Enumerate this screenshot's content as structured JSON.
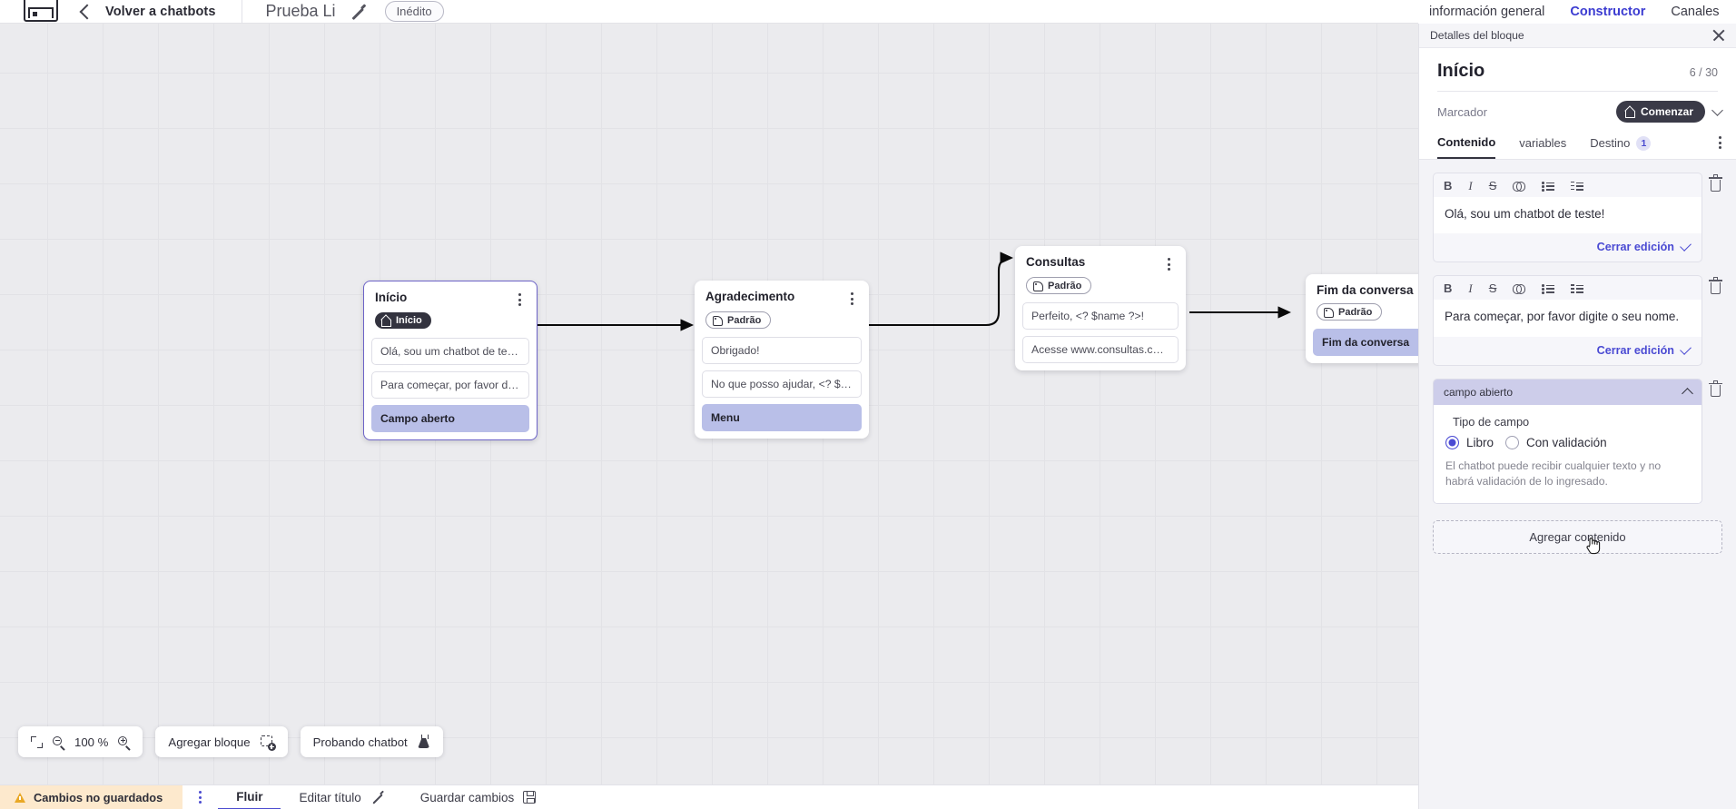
{
  "header": {
    "logo_name": "vtex-logo",
    "back_label": "Volver a chatbots",
    "bot_name": "Prueba Li",
    "status_pill": "Inédito",
    "tabs": [
      {
        "label": "información general",
        "active": false
      },
      {
        "label": "Constructor",
        "active": true
      },
      {
        "label": "Canales",
        "active": false
      }
    ]
  },
  "canvas": {
    "nodes": [
      {
        "title": "Início",
        "badge": "Início",
        "badge_type": "start",
        "selected": true,
        "rows": [
          {
            "text": "Olá, sou um chatbot de teste!",
            "selected": false
          },
          {
            "text": "Para começar, por favor digite o ...",
            "selected": false
          },
          {
            "text": "Campo aberto",
            "selected": true
          }
        ]
      },
      {
        "title": "Agradecimento",
        "badge": "Padrão",
        "badge_type": "default",
        "selected": false,
        "rows": [
          {
            "text": "Obrigado!",
            "selected": false
          },
          {
            "text": "No que posso ajudar, <? $name ...",
            "selected": false
          },
          {
            "text": "Menu",
            "selected": true
          }
        ]
      },
      {
        "title": "Consultas",
        "badge": "Padrão",
        "badge_type": "default",
        "selected": false,
        "rows": [
          {
            "text": "Perfeito, <? $name ?>!",
            "selected": false
          },
          {
            "text": "Acesse www.consultas.com par...",
            "selected": false
          }
        ]
      },
      {
        "title": "Fim da conversa",
        "badge": "Padrão",
        "badge_type": "default",
        "selected": false,
        "rows": [
          {
            "text": "Fim da conversa",
            "selected": true
          }
        ]
      }
    ],
    "toolbar": {
      "zoom_value": "100 %",
      "add_block_label": "Agregar bloque",
      "test_bot_label": "Probando chatbot"
    }
  },
  "bottombar": {
    "unsaved_label": "Cambios no guardados",
    "flow_label": "Fluir",
    "edit_title_label": "Editar título",
    "save_label": "Guardar cambios"
  },
  "panel": {
    "strip_label": "Detalles del bloque",
    "title": "Início",
    "count": "6 / 30",
    "marker_label": "Marcador",
    "marker_chip": "Comenzar",
    "tabs": [
      {
        "label": "Contenido",
        "active": true,
        "badge": null
      },
      {
        "label": "variables",
        "active": false,
        "badge": null
      },
      {
        "label": "Destino",
        "active": false,
        "badge": "1"
      }
    ],
    "format_buttons": [
      "B",
      "I",
      "S",
      "link-icon",
      "bullet-list-icon",
      "numbered-list-icon"
    ],
    "editors": [
      {
        "text": "Olá, sou um chatbot de teste!",
        "close_label": "Cerrar edición"
      },
      {
        "text": "Para começar, por favor digite o seu nome.",
        "close_label": "Cerrar edición"
      }
    ],
    "field": {
      "header": "campo abierto",
      "type_label": "Tipo de campo",
      "options": [
        {
          "label": "Libro",
          "selected": true
        },
        {
          "label": "Con validación",
          "selected": false
        }
      ],
      "help": "El chatbot puede recibir cualquier texto y no habrá validación de lo ingresado."
    },
    "add_content_label": "Agregar contenido"
  },
  "colors": {
    "accent": "#4a4ad3",
    "selection": "#b9bfe8",
    "dark_chip": "#3a3a47",
    "warning": "#fde9cd"
  }
}
